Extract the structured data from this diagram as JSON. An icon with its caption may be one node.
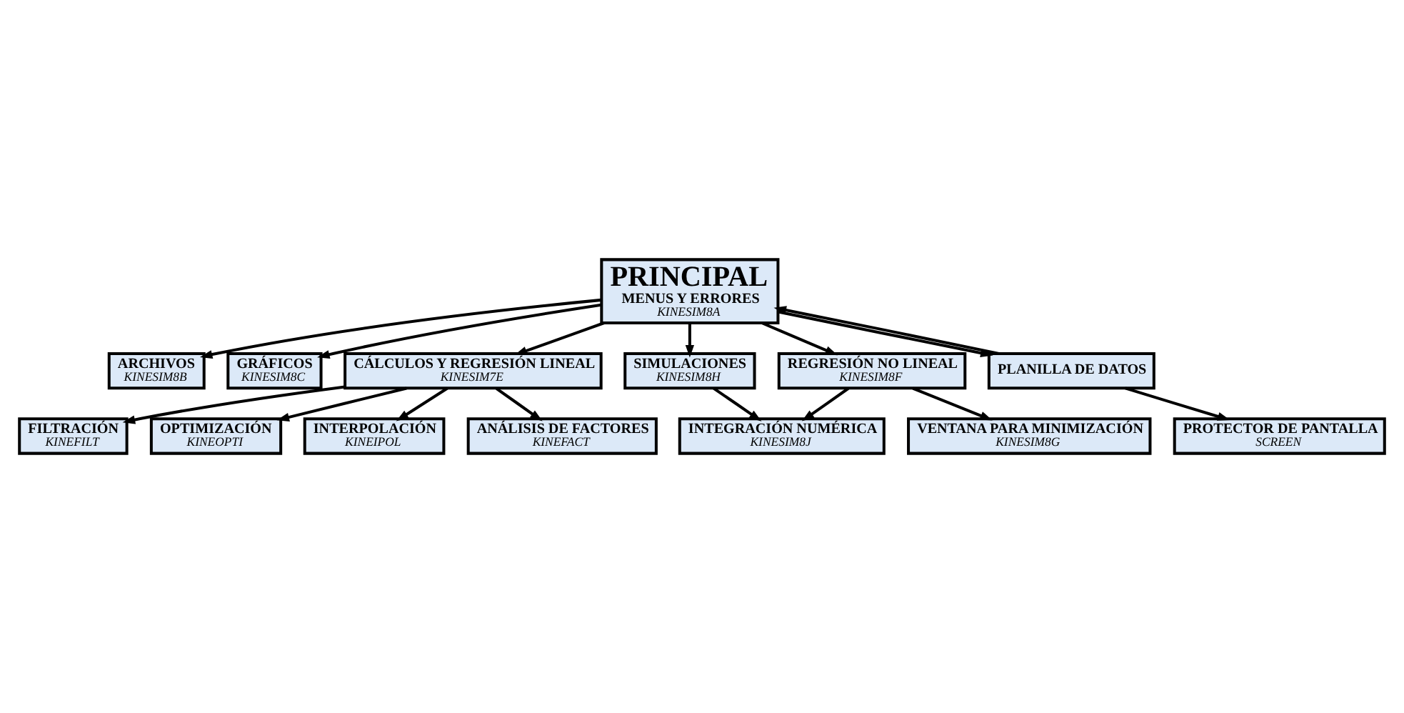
{
  "diagram": {
    "nodes": [
      {
        "text": [
          "PRINCIPAL",
          "MENUS Y ERRORES",
          "KINESIM8A"
        ]
      },
      {
        "text": [
          "INTERPOLACIÓN",
          "KINEIPOL"
        ]
      },
      {
        "text": [
          "ARCHIVOS",
          "KINESIM8B"
        ]
      },
      {
        "text": [
          "GRÁFICOS",
          "KINESIM8C"
        ]
      },
      {
        "text": [
          "SIMULACIONES",
          "KINESIM8H"
        ]
      },
      {
        "text": [
          "CÁLCULOS Y REGRESIÓN LINEAL",
          "KINESIM7E"
        ]
      },
      {
        "text": [
          "INTEGRACIÓN NUMÉRICA",
          "KINESIM8J"
        ]
      },
      {
        "text": [
          "ANÁLISIS DE FACTORES",
          "KINEFACT"
        ]
      },
      {
        "text": [
          "PLANILLA DE DATOS"
        ]
      },
      {
        "text": [
          "REGRESIÓN NO LINEAL",
          "KINESIM8F"
        ]
      },
      {
        "text": [
          "FILTRACIÓN",
          "KINEFILT"
        ]
      },
      {
        "text": [
          "OPTIMIZACIÓN",
          "KINEOPTI"
        ]
      },
      {
        "text": [
          "PROTECTOR DE PANTALLA",
          "SCREEN"
        ]
      },
      {
        "text": [
          "VENTANA PARA MINIMIZACIÓN",
          "KINESIM8G"
        ]
      }
    ],
    "edges": [
      {
        "from": 0,
        "to": 2,
        "arrow": "to"
      },
      {
        "from": 0,
        "to": 3,
        "arrow": "to"
      },
      {
        "from": 0,
        "to": 4,
        "arrow": "to"
      },
      {
        "from": 0,
        "to": 5,
        "arrow": "to"
      },
      {
        "from": 0,
        "to": 8,
        "arrow": "to"
      },
      {
        "from": 8,
        "to": 0,
        "arrow": "to"
      },
      {
        "from": 0,
        "to": 9,
        "arrow": "to"
      },
      {
        "from": 5,
        "to": 1,
        "arrow": "to"
      },
      {
        "from": 5,
        "to": 7,
        "arrow": "to"
      },
      {
        "from": 5,
        "to": 10,
        "arrow": "to"
      },
      {
        "from": 5,
        "to": 11,
        "arrow": "to"
      },
      {
        "from": 4,
        "to": 6,
        "arrow": "to"
      },
      {
        "from": 9,
        "to": 6,
        "arrow": "to"
      },
      {
        "from": 9,
        "to": 13,
        "arrow": "to"
      },
      {
        "from": 8,
        "to": 12,
        "arrow": "to"
      }
    ]
  }
}
